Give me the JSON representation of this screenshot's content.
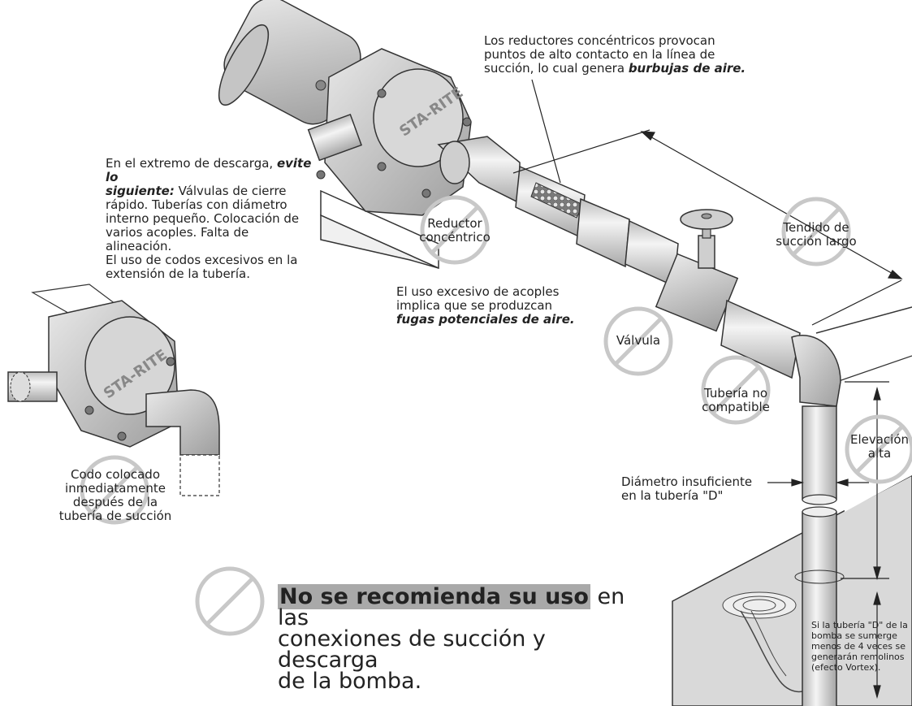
{
  "notes": {
    "reducers": {
      "line1": "Los reductores concéntricos provocan",
      "line2": "puntos de alto contacto en la línea de",
      "line3_a": "succión, lo cual genera ",
      "line3_b": "burbujas de aire."
    },
    "discharge": {
      "line1_a": "En el extremo de descarga, ",
      "line1_b": "evite lo",
      "line2_a": "siguiente:",
      "line2_b": " Válvulas de cierre",
      "line3": "rápido. Tuberías con diámetro",
      "line4": "interno pequeño. Colocación de",
      "line5": "varios acoples. Falta de alineación.",
      "line6": "El uso de codos excesivos en la",
      "line7": "extensión de la tubería."
    },
    "couplings": {
      "line1": "El uso excesivo de acoples",
      "line2": "implica que se produzcan",
      "line3": "fugas potenciales de aire."
    },
    "elbow": {
      "line1": "Codo colocado",
      "line2": "inmediatamente",
      "line3": "después de la",
      "line4": "tubería de succión"
    },
    "diameter": {
      "line1": "Diámetro insuficiente",
      "line2": "en la tubería \"D\""
    },
    "vortex": {
      "line1": "Si la tubería \"D\" de la",
      "line2": "bomba se sumerge",
      "line3": "menos de 4 veces se",
      "line4": "generarán remolinos",
      "line5": "(efecto Vortex)."
    }
  },
  "labels": {
    "reducer": {
      "line1": "Reductor",
      "line2": "concéntrico"
    },
    "long_run": {
      "line1": "Tendido de",
      "line2": "succión largo"
    },
    "valve": "Válvula",
    "pipe": {
      "line1": "Tubería no",
      "line2": "compatible"
    },
    "elevation": {
      "line1": "Elevación",
      "line2": "alta"
    }
  },
  "pump": {
    "brand": "STA-RITE"
  },
  "footer": {
    "highlight": "No se recomienda su uso",
    "line1_rest": " en las",
    "line2": "conexiones de succión y descarga",
    "line3": "de la bomba."
  },
  "colors": {
    "prohibited": "#c8c8c8",
    "metal": "#d6d6d6",
    "metal_dark": "#9a9a9a",
    "highlight": "#a9a9a9",
    "outline": "#222222"
  }
}
